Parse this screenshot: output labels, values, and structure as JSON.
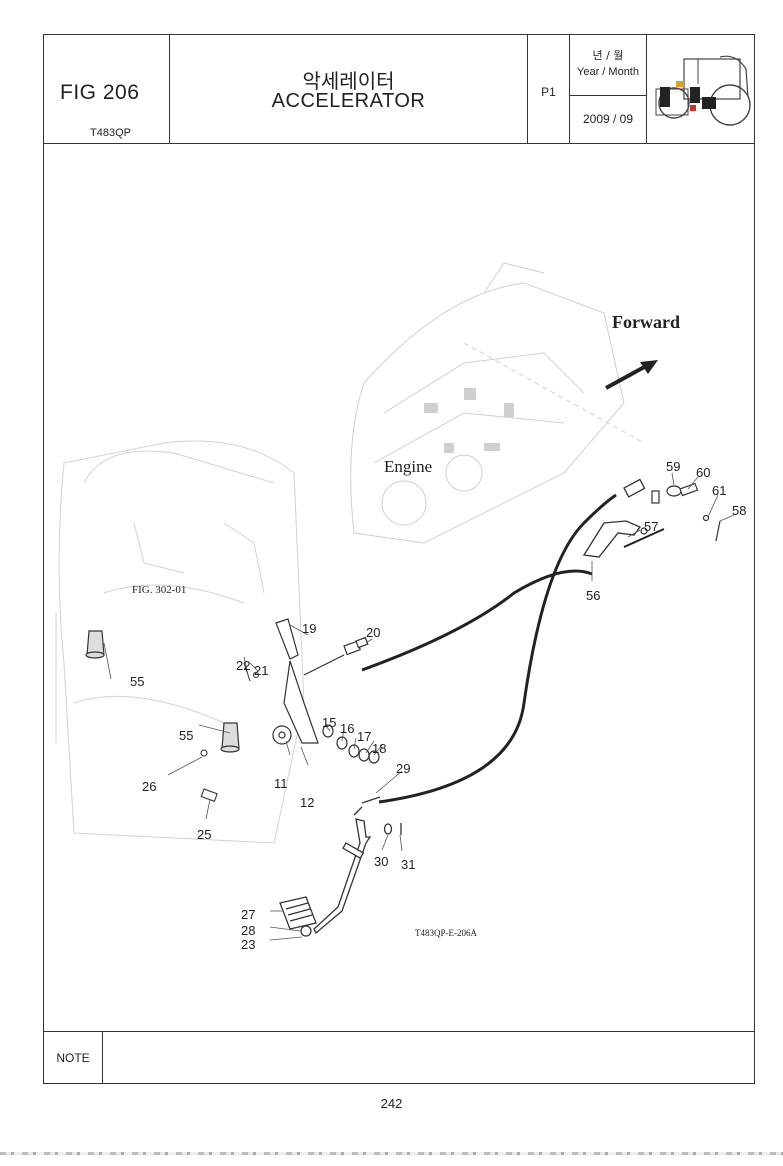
{
  "header": {
    "fig_no": "FIG 206",
    "model": "T483QP",
    "title_ko": "악세레이터",
    "title_en": "ACCELERATOR",
    "page_tag": "P1",
    "ym_label_ko": "년 / 월",
    "ym_label_en": "Year / Month",
    "date": "2009 / 09",
    "tractor_icon": "tractor-icon"
  },
  "drawing": {
    "forward_label": "Forward",
    "engine_label": "Engine",
    "ref_label": "FIG. 302-01",
    "drawing_code": "T483QP-E-206A",
    "callouts": [
      "11",
      "12",
      "15",
      "16",
      "17",
      "18",
      "19",
      "20",
      "21",
      "22",
      "23",
      "25",
      "26",
      "27",
      "28",
      "29",
      "30",
      "31",
      "55",
      "55",
      "56",
      "57",
      "58",
      "59",
      "60",
      "61"
    ]
  },
  "note": {
    "label": "NOTE",
    "text": ""
  },
  "page_number": "242"
}
